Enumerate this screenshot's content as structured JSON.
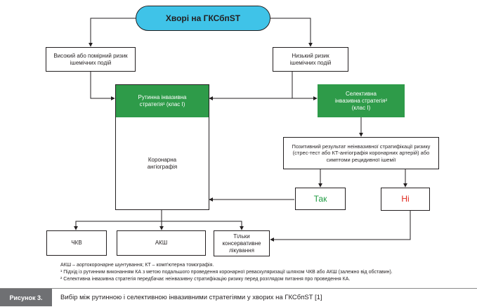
{
  "flowchart": {
    "root": "Хворі на ГКСбпST",
    "high_risk": "Високий або помірний ризик ішемічних подій",
    "low_risk": "Низький ризик ішемічних подій",
    "routine": "Рутинна інвазивна стратегія¹ (клас I)",
    "selective": "Селективна інвазивна стратегія² (клас I)",
    "angiography": "Коронарна ангіографія",
    "noninvasive": "Позитивний результат неінвазивної стратифікації ризику (стрес-тест або КТ-ангіографія коронарних артерій) або симптоми рецидивної ішемії",
    "yes": "Так",
    "no": "Ні",
    "pci": "ЧКВ",
    "cabg": "АКШ",
    "conservative": "Тільки консервативне лікування"
  },
  "colors": {
    "root_fill": "#3fc3e8",
    "strategy_fill": "#2e9b49",
    "yes_text": "#1c9a3f",
    "no_text": "#e0261b",
    "caption_label_fill": "#6f7073"
  },
  "notes": {
    "abbreviations": "АКШ – аортокоронарне шунтування; КТ – комп'ютерна томографія.",
    "note1": "¹ Підхід із рутинним виконанням КА з метою подальшого проведення коронарної реваскуляризації шляхом ЧКВ або АКШ (залежно від обставин).",
    "note2": "² Селективна інвазивна стратегія передбачає неінвазивну стратифікацію ризику перед розглядом питання про проведення КА."
  },
  "caption": {
    "label": "Рисунок 3.",
    "title": "Вибір між рутинною і селективною інвазивними стратегіями у хворих на ГКСбпST [1]"
  }
}
